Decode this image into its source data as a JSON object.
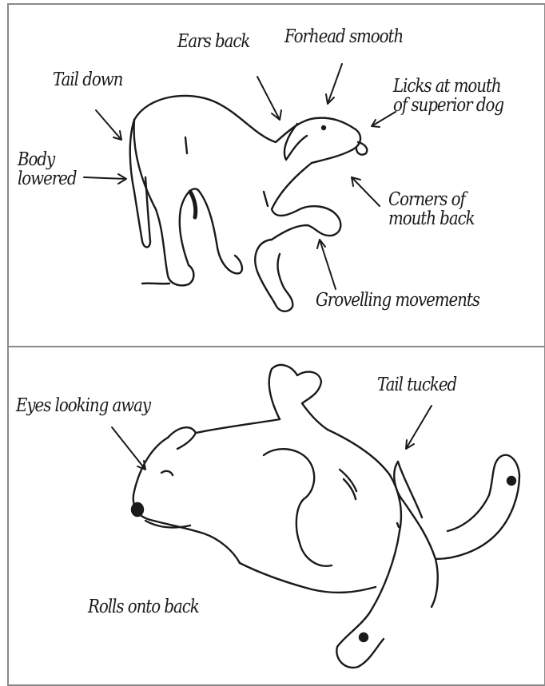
{
  "top_panel": {
    "labels": {
      "ears_back": "Ears back",
      "forehead_smooth": "Forhead smooth",
      "tail_down": "Tail down",
      "licks_at_mouth": "Licks at mouth\nof superior dog",
      "body_lowered": "Body\nlowered",
      "corners_of_mouth_back": "Corners of\nmouth back",
      "grovelling_movements": "Grovelling movements"
    }
  },
  "bottom_panel": {
    "labels": {
      "eyes_looking_away": "Eyes looking away",
      "tail_tucked": "Tail tucked",
      "rolls_onto_back": "Rolls onto back"
    }
  },
  "colors": {
    "ink": "#1a1a1a",
    "frame": "#8a8a8a",
    "background": "#ffffff"
  }
}
